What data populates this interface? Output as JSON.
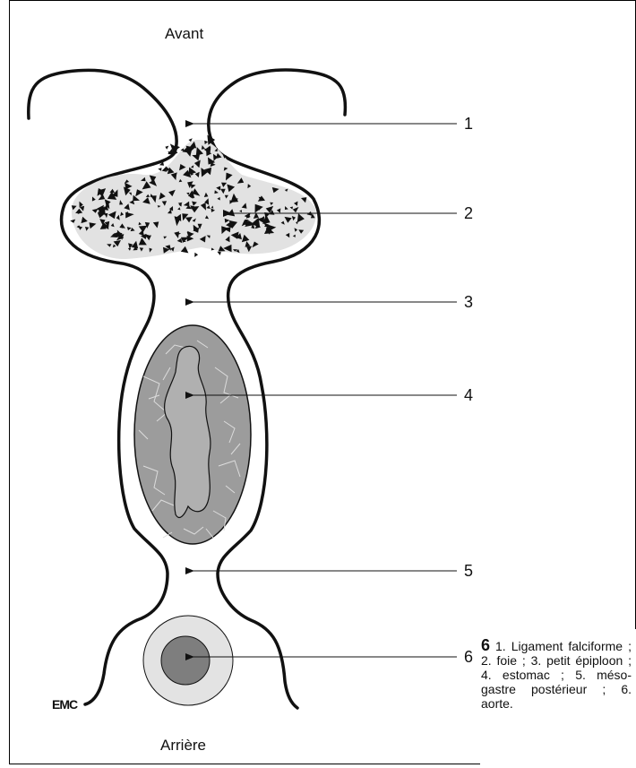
{
  "orientation": {
    "front": "Avant",
    "back": "Arrière"
  },
  "labels": [
    "1",
    "2",
    "3",
    "4",
    "5",
    "6"
  ],
  "caption": {
    "figure_number": "6",
    "text": "1. Ligament falciforme ; 2. foie ; 3. petit épiploon ; 4. estomac ; 5. méso-gastre postérieur ; 6. aorte."
  },
  "logo": "EMC",
  "colors": {
    "outline": "#111111",
    "liver_background": "#e2e2e2",
    "stomach_fill": "#9c9c9c",
    "stomach_lumen": "#b0b0b0",
    "aorta_outer": "#e3e3e3",
    "aorta_inner": "#7e7e7e"
  }
}
